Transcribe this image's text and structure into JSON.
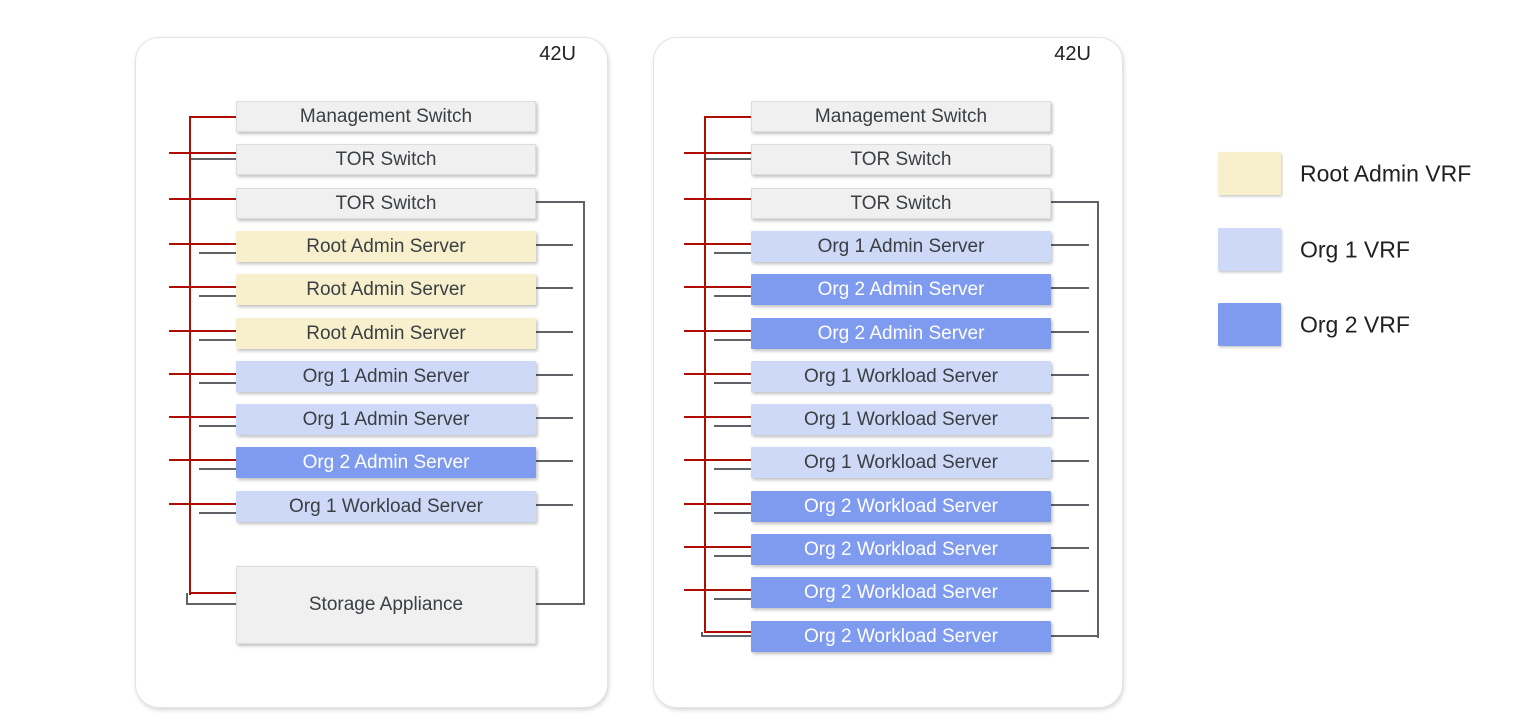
{
  "diagram": {
    "racks": [
      {
        "id": "rack-1",
        "capacity_label": "42U",
        "units": [
          {
            "label": "Management Switch",
            "vrf": "infra",
            "role": "mgmt-switch"
          },
          {
            "label": "TOR Switch",
            "vrf": "infra",
            "role": "tor-switch-1"
          },
          {
            "label": "TOR Switch",
            "vrf": "infra",
            "role": "tor-switch-2"
          },
          {
            "label": "Root Admin Server",
            "vrf": "root-admin",
            "role": "server"
          },
          {
            "label": "Root Admin Server",
            "vrf": "root-admin",
            "role": "server"
          },
          {
            "label": "Root Admin Server",
            "vrf": "root-admin",
            "role": "server"
          },
          {
            "label": "Org 1 Admin Server",
            "vrf": "org1",
            "role": "server"
          },
          {
            "label": "Org 1 Admin Server",
            "vrf": "org1",
            "role": "server"
          },
          {
            "label": "Org 2 Admin Server",
            "vrf": "org2",
            "role": "server"
          },
          {
            "label": "Org 1 Workload Server",
            "vrf": "org1",
            "role": "server"
          },
          {
            "label": "Storage Appliance",
            "vrf": "infra",
            "role": "terminal",
            "tall": true
          }
        ]
      },
      {
        "id": "rack-2",
        "capacity_label": "42U",
        "units": [
          {
            "label": "Management Switch",
            "vrf": "infra",
            "role": "mgmt-switch"
          },
          {
            "label": "TOR Switch",
            "vrf": "infra",
            "role": "tor-switch-1"
          },
          {
            "label": "TOR Switch",
            "vrf": "infra",
            "role": "tor-switch-2"
          },
          {
            "label": "Org 1 Admin Server",
            "vrf": "org1",
            "role": "server"
          },
          {
            "label": "Org 2 Admin Server",
            "vrf": "org2",
            "role": "server"
          },
          {
            "label": "Org 2 Admin Server",
            "vrf": "org2",
            "role": "server"
          },
          {
            "label": "Org 1 Workload Server",
            "vrf": "org1",
            "role": "server"
          },
          {
            "label": "Org 1 Workload Server",
            "vrf": "org1",
            "role": "server"
          },
          {
            "label": "Org 1 Workload Server",
            "vrf": "org1",
            "role": "server"
          },
          {
            "label": "Org 2 Workload Server",
            "vrf": "org2",
            "role": "server"
          },
          {
            "label": "Org 2 Workload Server",
            "vrf": "org2",
            "role": "server"
          },
          {
            "label": "Org 2 Workload Server",
            "vrf": "org2",
            "role": "server"
          },
          {
            "label": "Org 2 Workload Server",
            "vrf": "org2",
            "role": "terminal"
          }
        ]
      }
    ],
    "legend": [
      {
        "label": "Root Admin VRF",
        "color": "#f8f0cd"
      },
      {
        "label": "Org 1 VRF",
        "color": "#cdd9f6"
      },
      {
        "label": "Org 2 VRF",
        "color": "#7e9bf0"
      }
    ],
    "colors": {
      "mgmt_line": "#ae0d02",
      "data_line": "#5f6368",
      "infra_fill": "#f0f0f0",
      "root_admin_fill": "#f8f0cd",
      "org1_fill": "#cdd9f6",
      "org2_fill": "#7e9bf0",
      "dark_text": "#3a3f44",
      "light_text": "#ffffff"
    }
  }
}
